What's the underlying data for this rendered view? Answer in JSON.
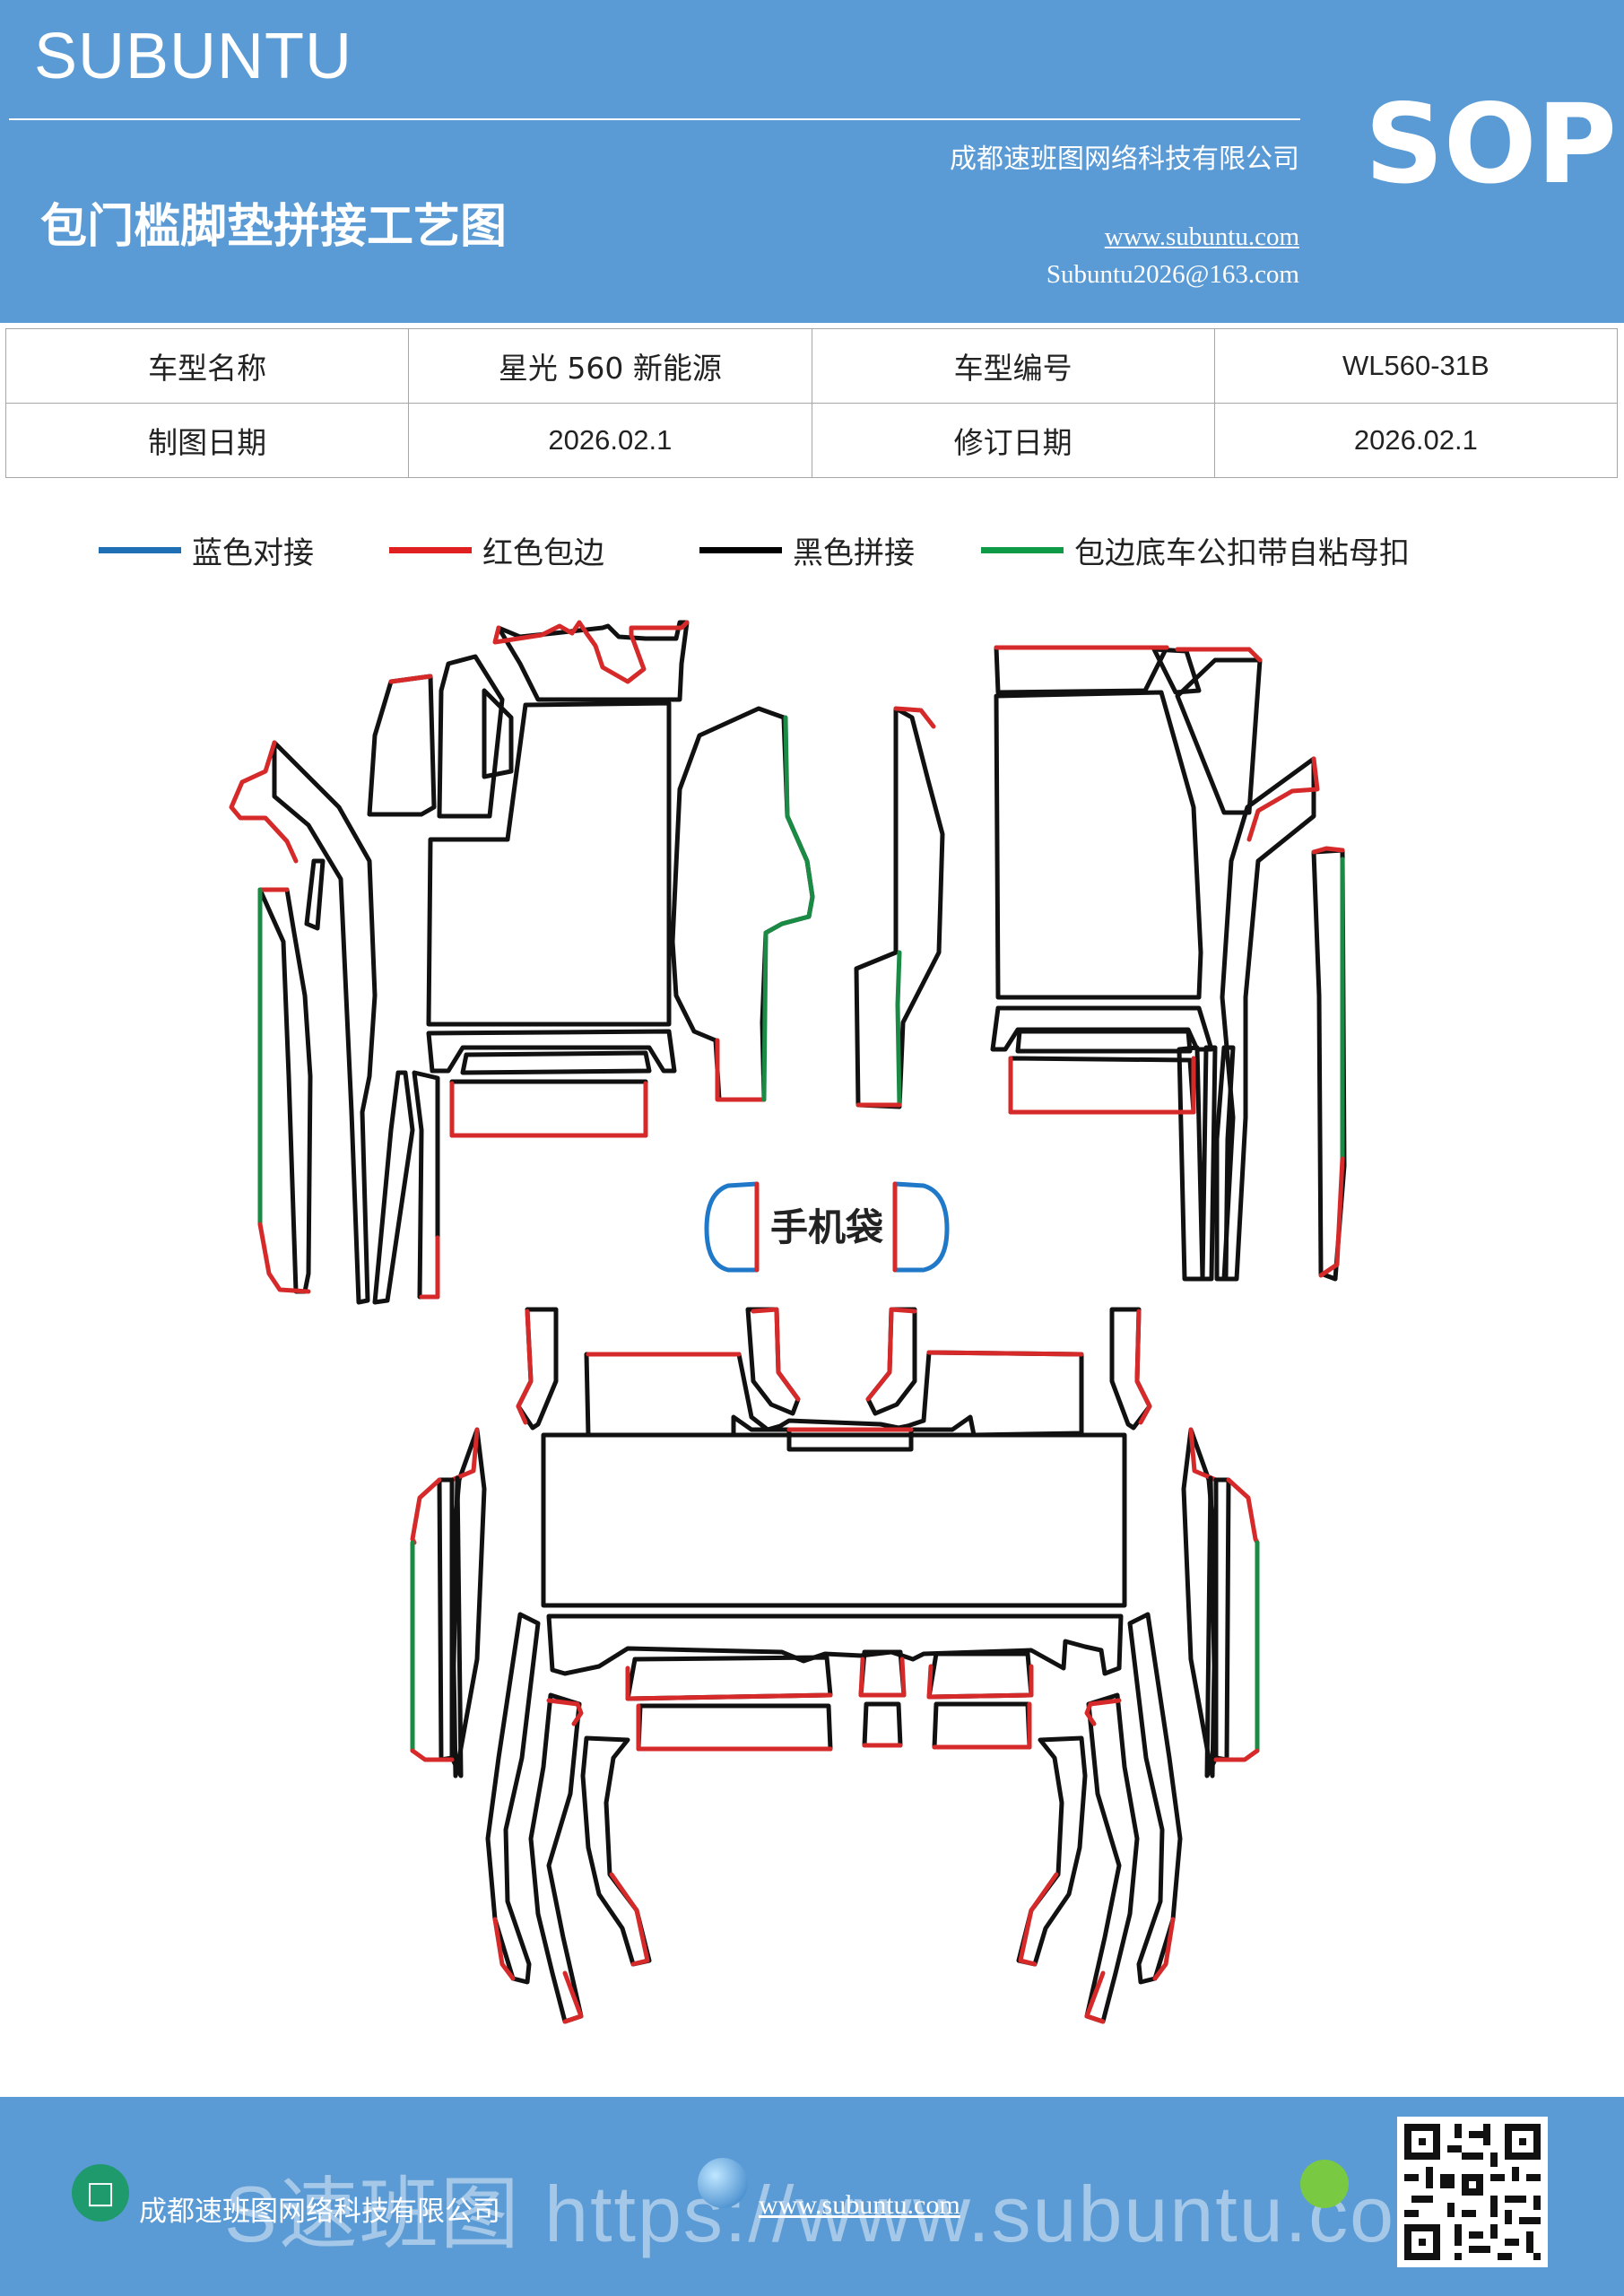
{
  "header": {
    "brand": "SUBUNTU",
    "title": "包门槛脚垫拼接工艺图",
    "company": "成都速班图网络科技有限公司",
    "website": "www.subuntu.com",
    "email": "Subuntu2026@163.com",
    "badge": "SOP"
  },
  "info": {
    "model_name_label": "车型名称",
    "model_name_value": "星光 560 新能源",
    "model_code_label": "车型编号",
    "model_code_value": "WL560-31B",
    "draw_date_label": "制图日期",
    "draw_date_value": "2026.02.1",
    "revise_date_label": "修订日期",
    "revise_date_value": "2026.02.1"
  },
  "legend": [
    {
      "label": "蓝色对接",
      "color": "#1f6fb5"
    },
    {
      "label": "红色包边",
      "color": "#e02020"
    },
    {
      "label": "黑色拼接",
      "color": "#000000"
    },
    {
      "label": "包边底车公扣带自粘母扣",
      "color": "#0f9a48"
    }
  ],
  "diagram": {
    "phone_pocket_label": "手机袋",
    "colors": {
      "blue": "#1f78c8",
      "red": "#d62a2a",
      "black": "#111111",
      "green": "#1a8a45"
    }
  },
  "footer": {
    "company": "成都速班图网络科技有限公司",
    "url": "www.subuntu.com",
    "watermark": "S速班图 https://www.subuntu.com"
  }
}
